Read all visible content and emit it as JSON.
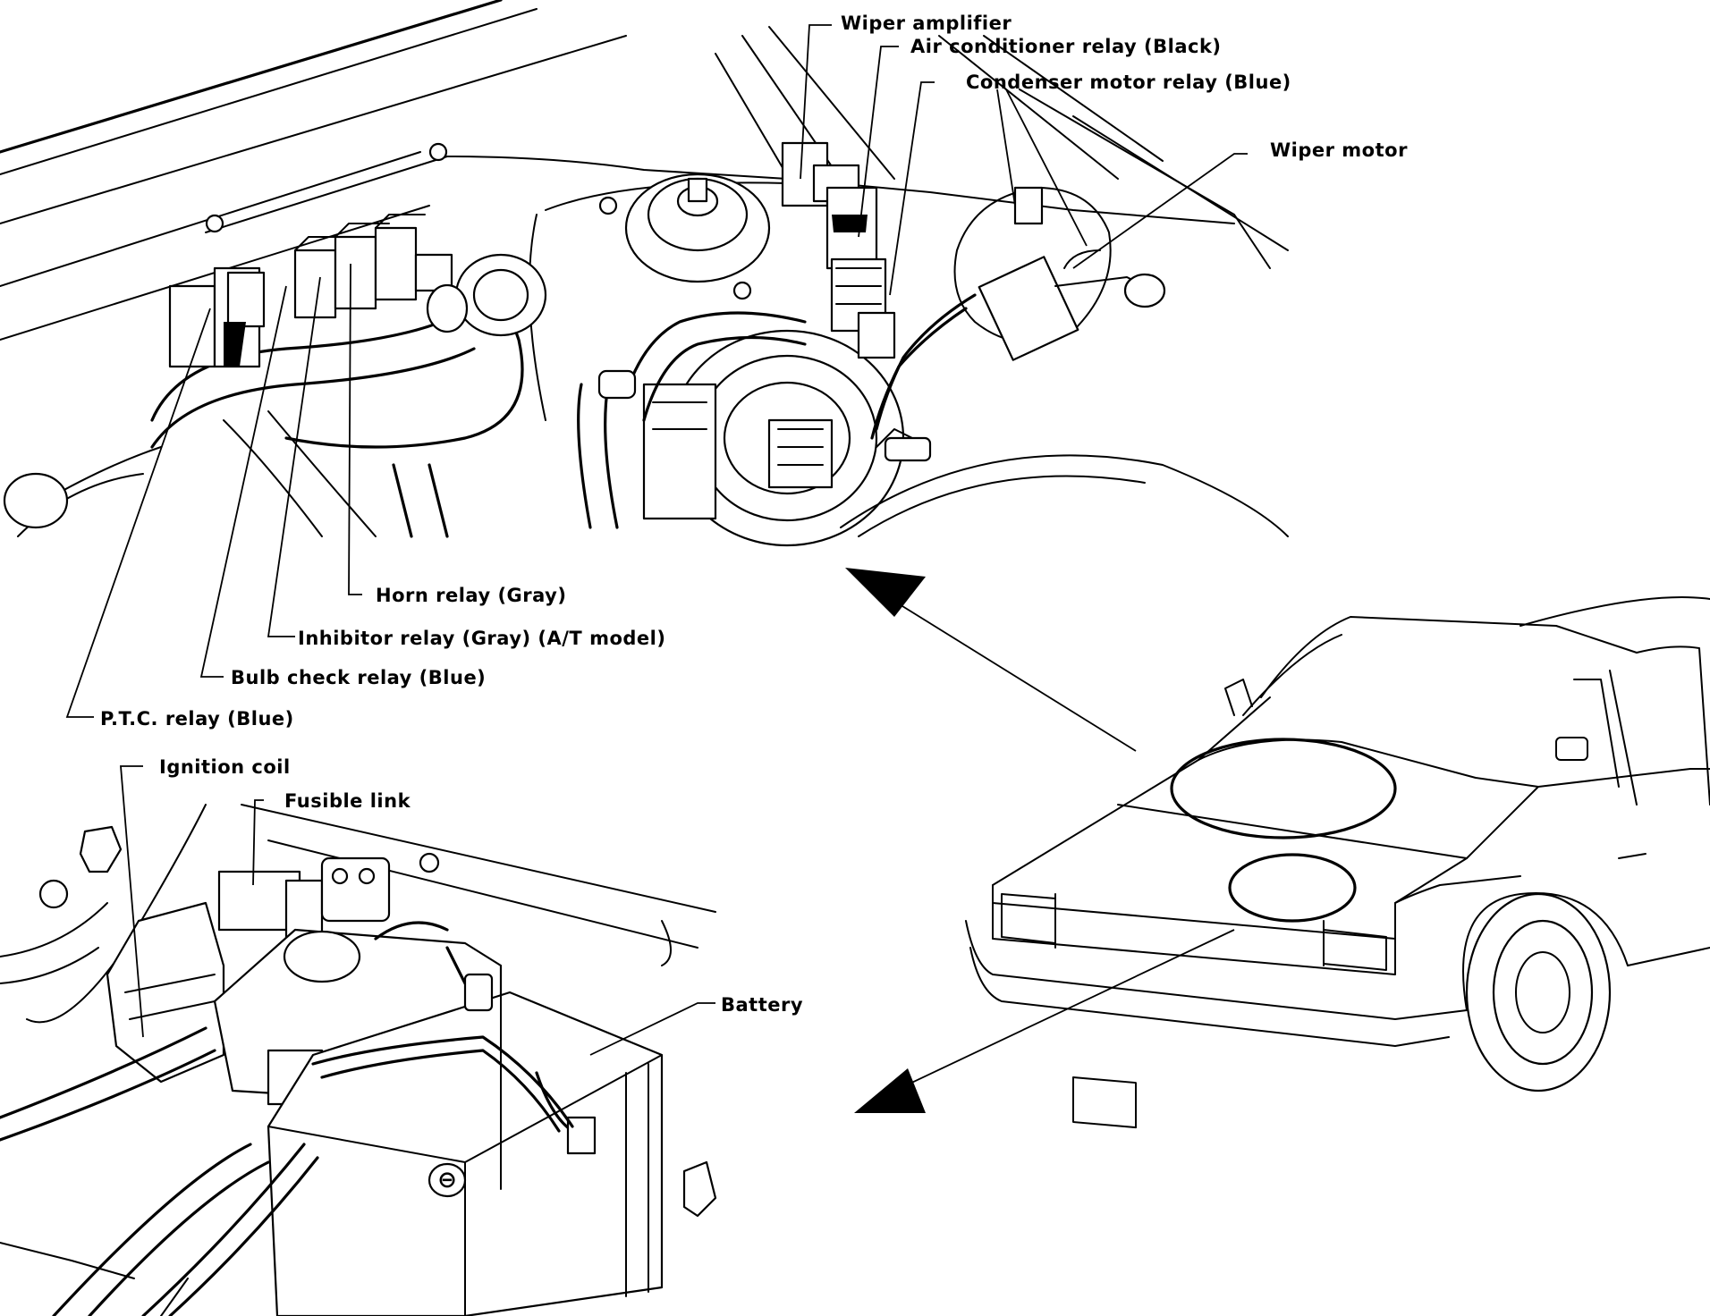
{
  "labels": {
    "wiper_amplifier": "Wiper amplifier",
    "air_conditioner_relay": "Air conditioner relay (Black)",
    "condenser_motor_relay": "Condenser motor relay (Blue)",
    "wiper_motor": "Wiper motor",
    "horn_relay": "Horn relay (Gray)",
    "inhibitor_relay": "Inhibitor relay (Gray) (A/T model)",
    "bulb_check_relay": "Bulb check relay (Blue)",
    "ptc_relay": "P.T.C. relay (Blue)",
    "ignition_coil": "Ignition coil",
    "fusible_link": "Fusible link",
    "battery": "Battery",
    "battery_negative_symbol": "⊖"
  }
}
